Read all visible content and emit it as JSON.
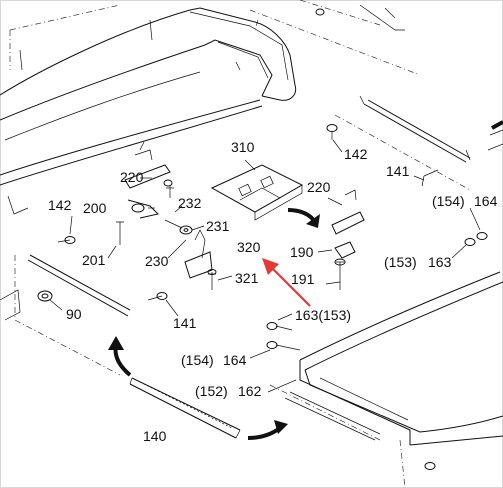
{
  "labels": {
    "l310": "310",
    "l142a": "142",
    "l220a": "220",
    "l220b": "220",
    "l141a": "141",
    "l154a": "(154)",
    "l164a": "164",
    "l142b": "142",
    "l200": "200",
    "l232": "232",
    "l231": "231",
    "l190": "190",
    "l201": "201",
    "l230": "230",
    "l320": "320",
    "l153a": "(153)",
    "l163a": "163",
    "l191": "191",
    "l321": "321",
    "l90": "90",
    "l141b": "141",
    "l163b": "163(153)",
    "l154b": "(154)",
    "l164b": "164",
    "l152": "(152)",
    "l162": "162",
    "l140": "140"
  },
  "colors": {
    "ink": "#111111",
    "highlight_arrow": "#e53935",
    "background": "#ffffff"
  }
}
